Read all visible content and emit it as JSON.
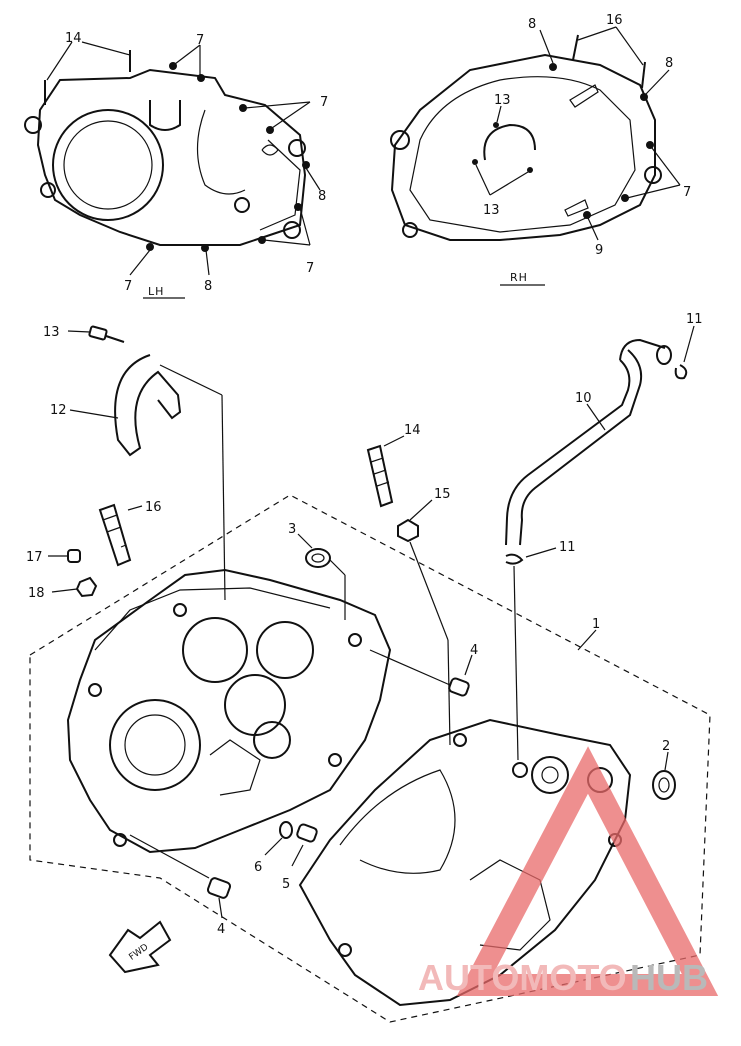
{
  "diagram": {
    "callouts_lh": [
      "14",
      "7",
      "7",
      "7",
      "8",
      "7",
      "8",
      "7"
    ],
    "callouts_rh": [
      "8",
      "16",
      "8",
      "13",
      "13",
      "7",
      "9"
    ],
    "side_labels": {
      "lh": "LH",
      "rh": "RH"
    },
    "callouts_main": {
      "p1": "1",
      "p2": "2",
      "p3": "3",
      "p4a": "4",
      "p4b": "4",
      "p5": "5",
      "p6": "6",
      "p10": "10",
      "p11a": "11",
      "p11b": "11",
      "p12": "12",
      "p13": "13",
      "p14": "14",
      "p15": "15",
      "p16": "16",
      "p17": "17",
      "p18": "18"
    },
    "fwd_label": "FWD"
  },
  "watermark": {
    "text_auto": "AUTOMOTO",
    "text_hub": "HUB",
    "colors": {
      "triangle": "#e86a6a",
      "auto": "#f2b9b9",
      "hub": "#b9b9b9"
    }
  }
}
